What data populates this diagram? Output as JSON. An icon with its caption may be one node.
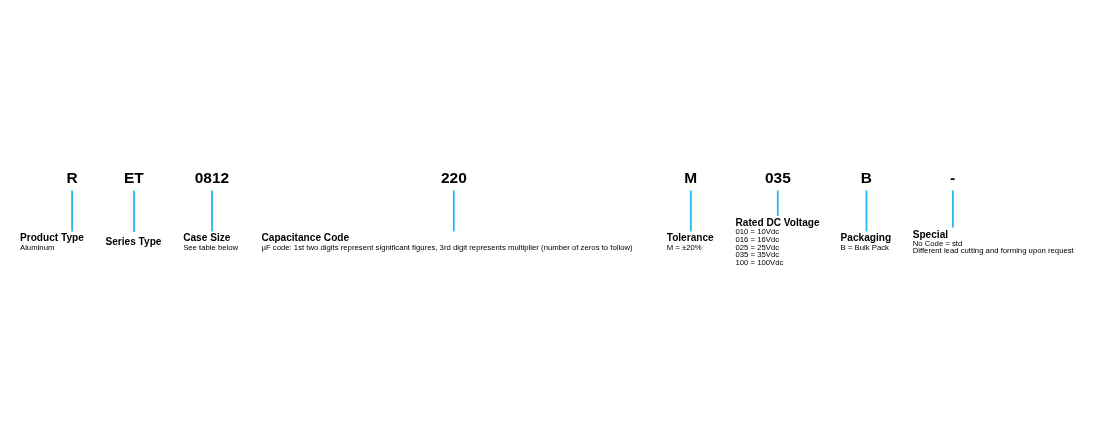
{
  "diagram": {
    "nodes": [
      {
        "text": [
          "R"
        ]
      },
      {
        "text": [
          "ET"
        ]
      },
      {
        "text": [
          "0812"
        ]
      },
      {
        "text": [
          "220"
        ]
      },
      {
        "text": [
          "M"
        ]
      },
      {
        "text": [
          "035"
        ]
      },
      {
        "text": [
          "B"
        ]
      },
      {
        "text": [
          "-"
        ]
      },
      {
        "text": [
          "Product Type",
          "Aluminum"
        ]
      },
      {
        "text": [
          "Series Type"
        ]
      },
      {
        "text": [
          "Case Size",
          "See table below"
        ]
      },
      {
        "text": [
          "Capacitance Code",
          "µF code: 1st two digits represent significant figures, 3rd digit represents multiplier (number of zeros to follow)"
        ]
      },
      {
        "text": [
          "Tolerance",
          "M = ±20%"
        ]
      },
      {
        "text": [
          "Special",
          "No Code = std",
          "Different lead cutting and forming upon request"
        ]
      },
      {
        "text": [
          "Packaging",
          "B = Bulk Pack"
        ]
      },
      {
        "text": [
          "Rated DC Voltage",
          "010 = 10Vdc",
          "016 = 16Vdc",
          "025 = 25Vdc",
          "035 = 35Vdc",
          "100 = 100Vdc"
        ]
      }
    ],
    "edges": [
      {
        "from": 0,
        "to": 8,
        "arrow": "none"
      },
      {
        "from": 1,
        "to": 9,
        "arrow": "none"
      },
      {
        "from": 2,
        "to": 10,
        "arrow": "none"
      },
      {
        "from": 3,
        "to": 11,
        "arrow": "none"
      },
      {
        "from": 4,
        "to": 12,
        "arrow": "none"
      },
      {
        "from": 7,
        "to": 13,
        "arrow": "none"
      },
      {
        "from": 6,
        "to": 14,
        "arrow": "none"
      },
      {
        "from": 5,
        "to": 15,
        "arrow": "none"
      }
    ]
  }
}
